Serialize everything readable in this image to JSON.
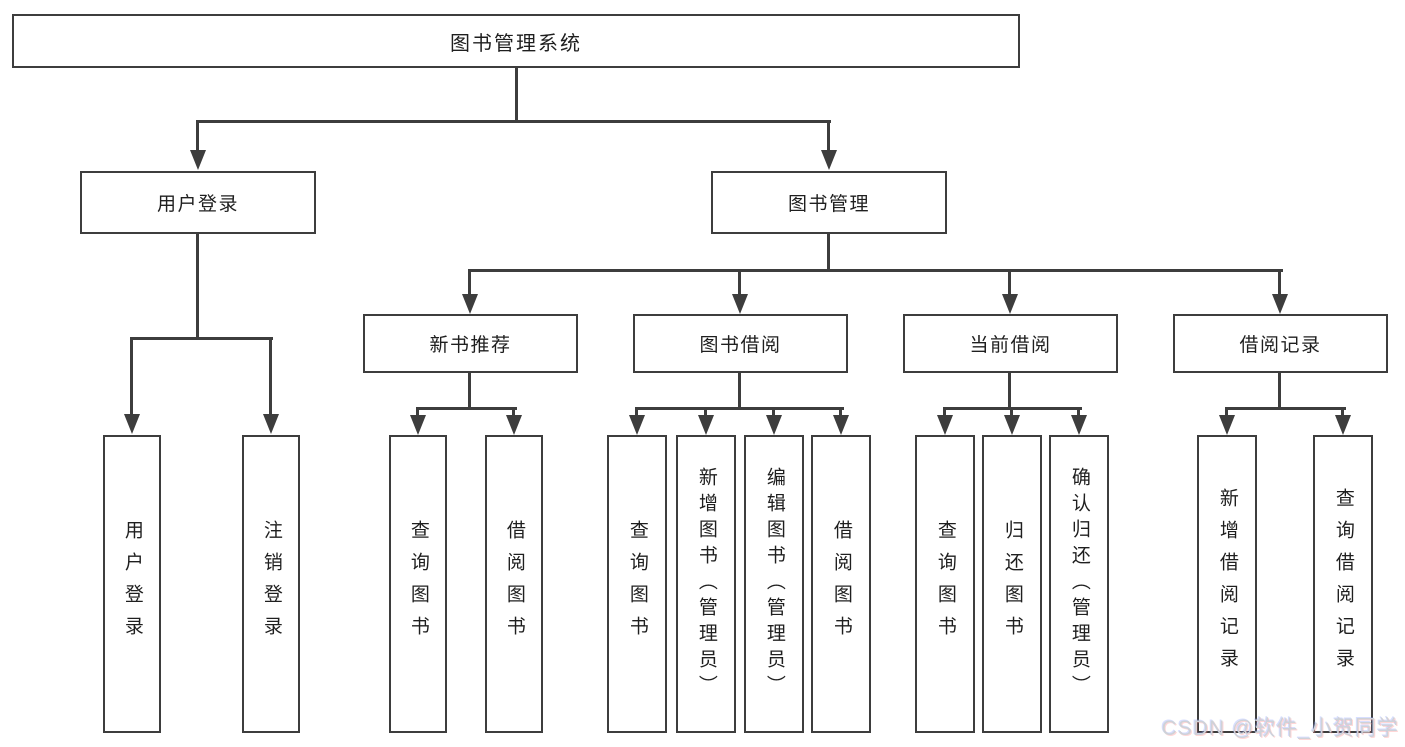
{
  "colors": {
    "line": "#3d3d3d",
    "text": "#1f1f1f",
    "background": "#ffffff",
    "watermark": "#ced2d8"
  },
  "root": {
    "label": "图书管理系统"
  },
  "branches": [
    {
      "label": "用户登录",
      "children": [
        {
          "label": "用户登录"
        },
        {
          "label": "注销登录"
        }
      ]
    },
    {
      "label": "图书管理",
      "children": [
        {
          "label": "新书推荐",
          "children": [
            {
              "label": "查询图书"
            },
            {
              "label": "借阅图书"
            }
          ]
        },
        {
          "label": "图书借阅",
          "children": [
            {
              "label": "查询图书"
            },
            {
              "label": "新增图书（管理员）"
            },
            {
              "label": "编辑图书（管理员）"
            },
            {
              "label": "借阅图书"
            }
          ]
        },
        {
          "label": "当前借阅",
          "children": [
            {
              "label": "查询图书"
            },
            {
              "label": "归还图书"
            },
            {
              "label": "确认归还（管理员）"
            }
          ]
        },
        {
          "label": "借阅记录",
          "children": [
            {
              "label": "新增借阅记录"
            },
            {
              "label": "查询借阅记录"
            }
          ]
        }
      ]
    }
  ],
  "watermark": {
    "label": "CSDN @软件_小贺同学"
  }
}
